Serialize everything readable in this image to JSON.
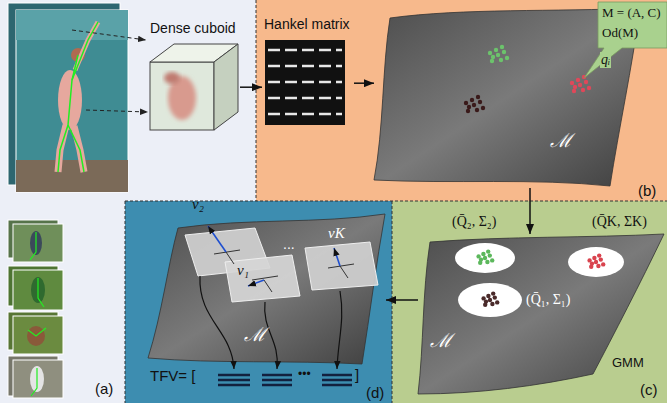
{
  "diagram": {
    "nodes": [
      {
        "text": [
          "(a)"
        ]
      },
      {
        "text": [
          "Dense cuboid"
        ],
        "in": 0
      },
      {
        "text": [
          "(b)"
        ]
      },
      {
        "text": [
          "Hankel matrix"
        ],
        "in": 2
      },
      {
        "text": [
          "ℳ"
        ],
        "in": 2
      },
      {
        "text": [
          "M = (A, C)",
          "Od(M)"
        ],
        "in": 2
      },
      {
        "text": [
          "(c)",
          "GMM"
        ]
      },
      {
        "text": [
          "ℳ"
        ],
        "in": 6
      },
      {
        "text": [
          "(d)"
        ]
      },
      {
        "text": [
          "ℳ"
        ],
        "in": 8
      }
    ],
    "edges": [
      {
        "from": 1,
        "to": 3,
        "arrow": "to"
      },
      {
        "from": 3,
        "to": 4,
        "arrow": "to"
      },
      {
        "from": 4,
        "to": 7,
        "arrow": "to"
      },
      {
        "from": 7,
        "to": 9,
        "arrow": "to"
      }
    ],
    "labels": [
      "qᵢ",
      "(Q̄₂, Σ₂)",
      "(Q̄K, ΣK)",
      "(Q̄₁, Σ₁)",
      "v₂",
      "v₁",
      "vK",
      "...",
      "TFV= [",
      "•••",
      "]"
    ]
  }
}
